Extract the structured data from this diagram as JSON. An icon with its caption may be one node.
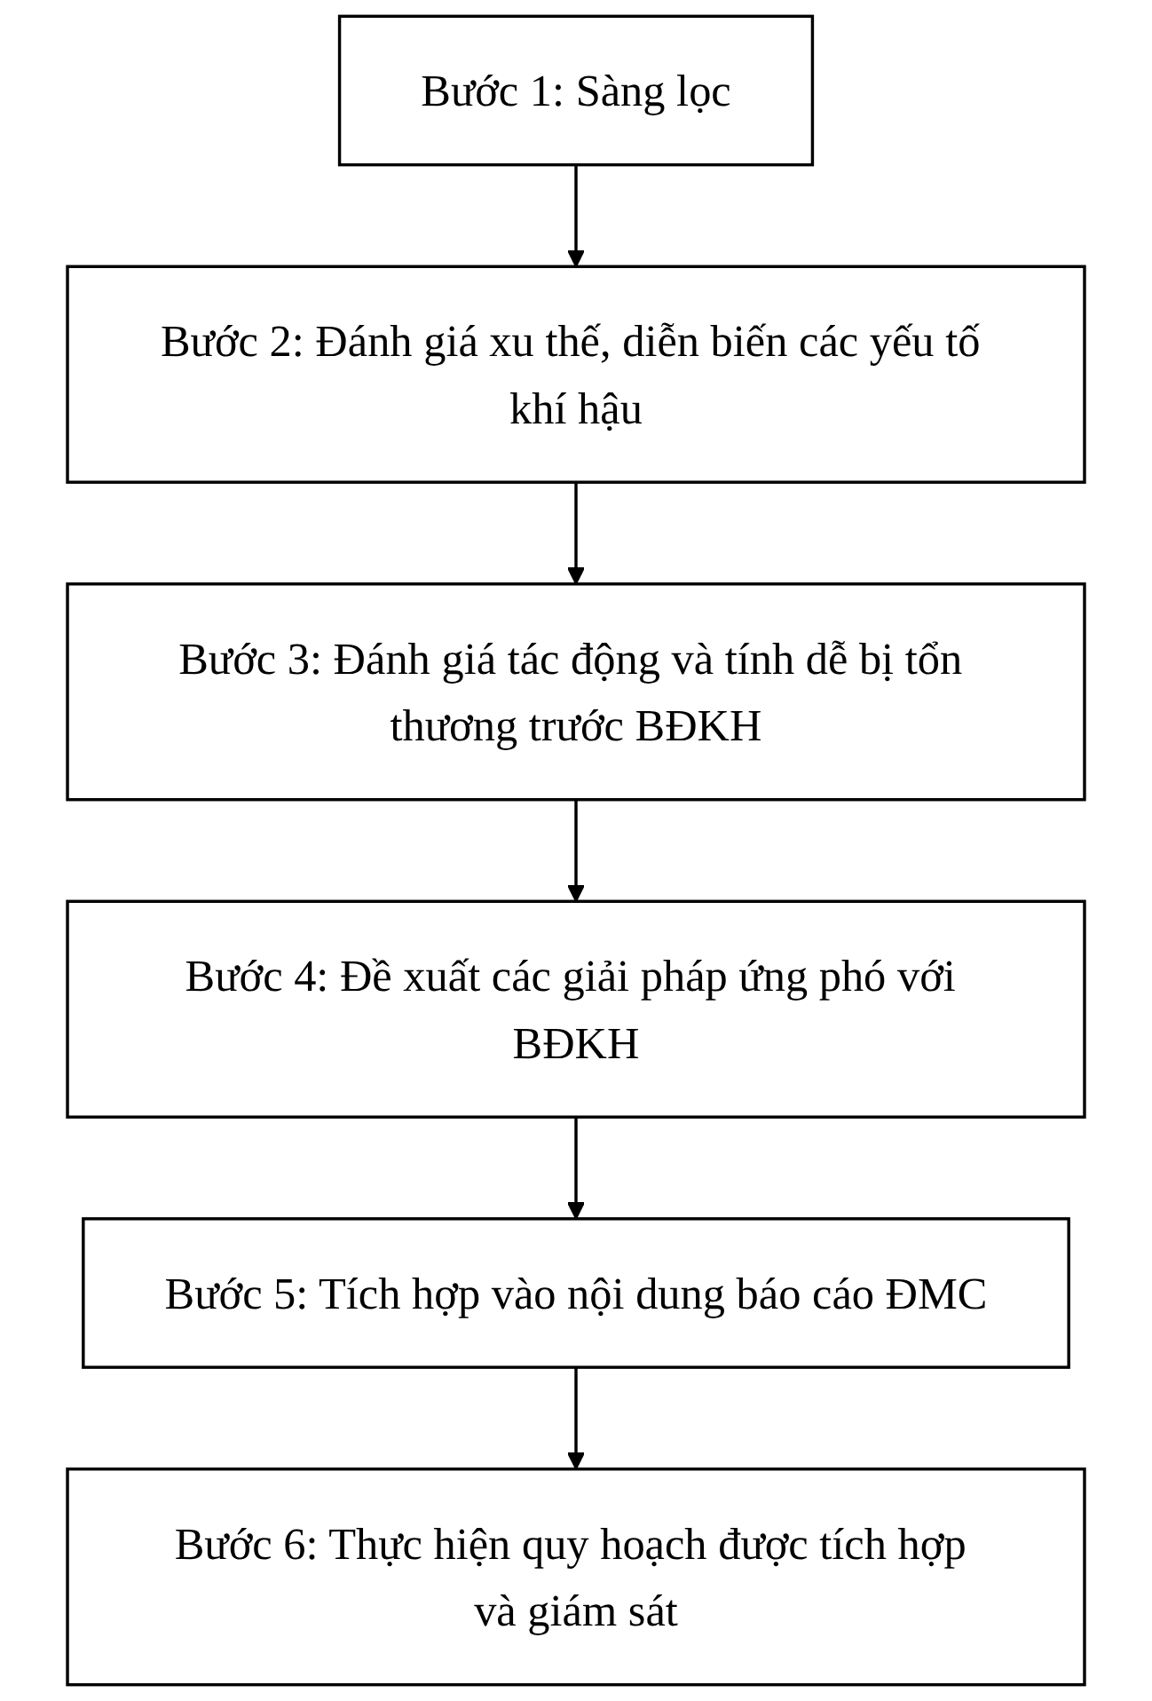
{
  "diagram": {
    "nodes": [
      {
        "text": [
          "Bước 1: Sàng lọc"
        ]
      },
      {
        "text": [
          "Bước 2: Đánh giá xu thế, diễn biến các yếu tố khí hậu"
        ]
      },
      {
        "text": [
          "Bước 3: Đánh giá tác động và tính dễ bị tổn thương trước BĐKH"
        ]
      },
      {
        "text": [
          "Bước 4: Đề xuất các giải pháp ứng phó với BĐKH"
        ]
      },
      {
        "text": [
          "Bước 5: Tích hợp vào nội dung báo cáo ĐMC"
        ]
      },
      {
        "text": [
          "Bước 6: Thực hiện quy hoạch được tích hợp và giám sát"
        ]
      }
    ],
    "edges": [
      {
        "from": 0,
        "to": 1,
        "arrow": "to"
      },
      {
        "from": 1,
        "to": 2,
        "arrow": "to"
      },
      {
        "from": 2,
        "to": 3,
        "arrow": "to"
      },
      {
        "from": 3,
        "to": 4,
        "arrow": "to"
      },
      {
        "from": 4,
        "to": 5,
        "arrow": "to"
      }
    ]
  }
}
